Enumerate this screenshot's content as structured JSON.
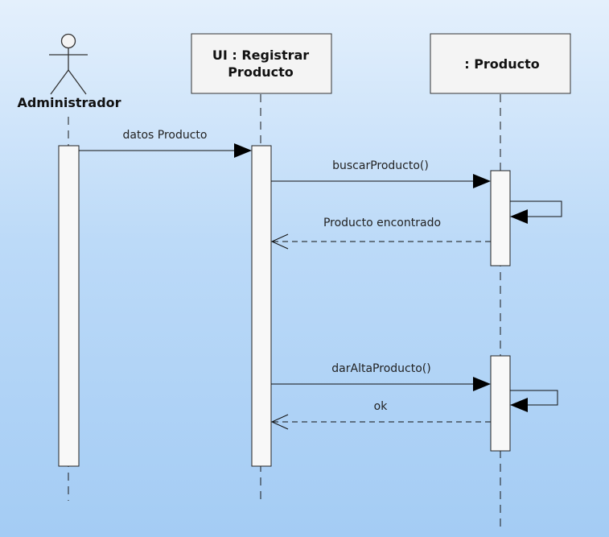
{
  "colors": {
    "background_top": "#e4f0fc",
    "background_bottom": "#a4ccf4",
    "box_fill": "#f4f4f4",
    "line": "#111111"
  },
  "participants": {
    "actor": {
      "name": "Administrador"
    },
    "ui": {
      "line1": "UI : Registrar",
      "line2": "Producto"
    },
    "producto": {
      "name": ": Producto"
    }
  },
  "messages": {
    "m1": {
      "label": "datos Producto",
      "kind": "sync"
    },
    "m2": {
      "label": "buscarProducto()",
      "kind": "sync"
    },
    "m3": {
      "label": "Producto encontrado",
      "kind": "reply"
    },
    "m4": {
      "label": "darAltaProducto()",
      "kind": "sync"
    },
    "m5": {
      "label": "ok",
      "kind": "reply"
    }
  },
  "self_calls": {
    "count": 2,
    "owner": ": Producto"
  }
}
